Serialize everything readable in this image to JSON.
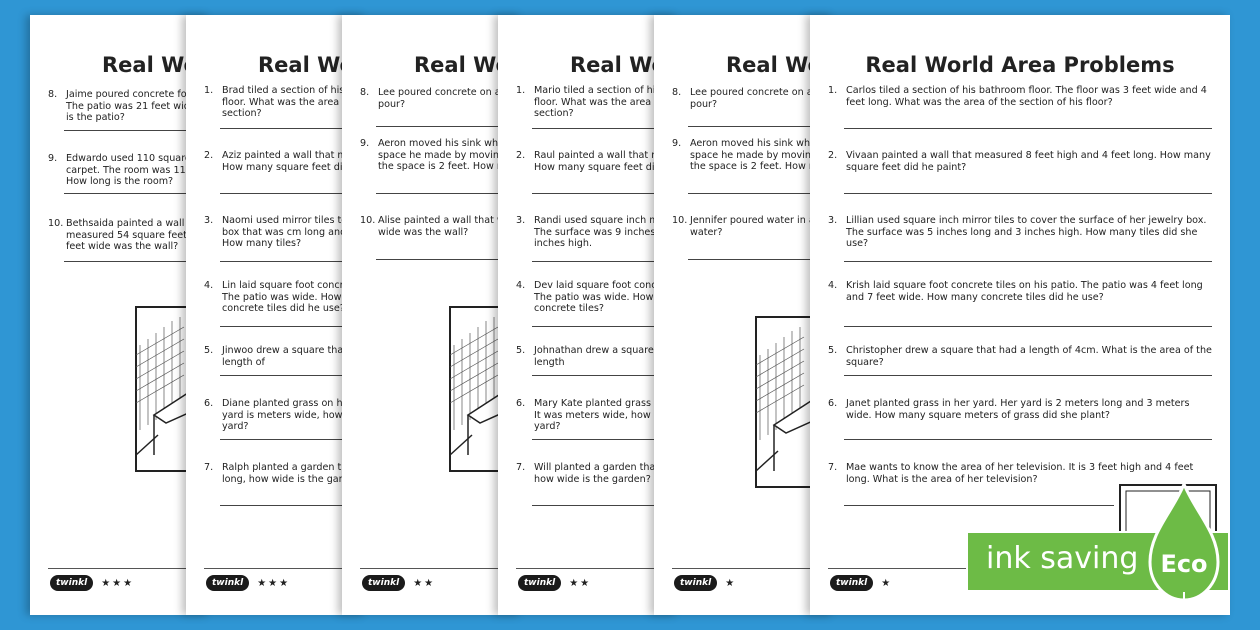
{
  "sheets": [
    {
      "title": "Real World Area Problems",
      "questions": [
        {
          "n": "8.",
          "text": "Jaime poured concrete for his patio. The patio was 21 feet wide, how long is the patio?"
        },
        {
          "n": "9.",
          "text": "Edwardo used 110 square feet of carpet. The room was 11 feet wide. How long is the room?"
        },
        {
          "n": "10.",
          "text": "Bethsaida painted a wall that measured 54 square feet. How many feet wide was the wall?"
        }
      ],
      "stars": "★★★",
      "logo": "twinkl"
    },
    {
      "title": "Real World Area Problems",
      "questions": [
        {
          "n": "1.",
          "text": "Brad tiled a section of his bedroom floor. What was the area of the section?"
        },
        {
          "n": "2.",
          "text": "Aziz painted a wall that measured. How many square feet did he paint?"
        },
        {
          "n": "3.",
          "text": "Naomi used mirror tiles to cover a box that was cm long and 5 cm high. How many tiles?"
        },
        {
          "n": "4.",
          "text": "Lin laid square foot concrete tiles. The patio was wide. How many concrete tiles did he use?"
        },
        {
          "n": "5.",
          "text": "Jinwoo drew a square that had a length of"
        },
        {
          "n": "6.",
          "text": "Diane planted grass on her yard. Her yard is meters wide, how long is the yard?"
        },
        {
          "n": "7.",
          "text": "Ralph planted a garden that is feet long, how wide is the garden?"
        }
      ],
      "stars": "★★★",
      "logo": "twinkl"
    },
    {
      "title": "Real World Area Problems",
      "questions": [
        {
          "n": "8.",
          "text": "Lee poured concrete on a 3ft by pour?"
        },
        {
          "n": "9.",
          "text": "Aeron moved his sink when he made space he made by moving the sink. If the space is 2 feet. How many?"
        },
        {
          "n": "10.",
          "text": "Alise painted a wall that was feet wide was the wall?"
        }
      ],
      "stars": "★★",
      "logo": "twinkl"
    },
    {
      "title": "Real World Area Problems",
      "questions": [
        {
          "n": "1.",
          "text": "Mario tiled a section of his bathroom floor. What was the area of the section?"
        },
        {
          "n": "2.",
          "text": "Raul painted a wall that measured. How many square feet did he paint?"
        },
        {
          "n": "3.",
          "text": "Randi used square inch mirror tiles. The surface was 9 inches long and 7 inches high."
        },
        {
          "n": "4.",
          "text": "Dev laid square foot concrete tiles. The patio was wide. How many concrete tiles?"
        },
        {
          "n": "5.",
          "text": "Johnathan drew a square that had a length"
        },
        {
          "n": "6.",
          "text": "Mary Kate planted grass in her yard. It was meters wide, how long is the yard?"
        },
        {
          "n": "7.",
          "text": "Will planted a garden that is long, how wide is the garden?"
        }
      ],
      "stars": "★★",
      "logo": "twinkl"
    },
    {
      "title": "Real World Area Problems",
      "questions": [
        {
          "n": "8.",
          "text": "Lee poured concrete on a 3ft by pour?"
        },
        {
          "n": "9.",
          "text": "Aeron moved his sink when he made space he made by moving the sink. If the space is 2 feet. How many?"
        },
        {
          "n": "10.",
          "text": "Jennifer poured water in a cover with water?"
        }
      ],
      "stars": "★",
      "logo": "twinkl"
    },
    {
      "title": "Real World Area Problems",
      "questions": [
        {
          "n": "1.",
          "text": "Carlos tiled a section of his bathroom floor. The floor was 3 feet wide and 4 feet long. What was the area of the section of his floor?"
        },
        {
          "n": "2.",
          "text": "Vivaan painted a wall that measured 8 feet high and 4 feet long. How many square feet did he paint?"
        },
        {
          "n": "3.",
          "text": "Lillian used square inch mirror tiles to cover the surface of her jewelry box. The surface was 5 inches long and 3 inches high. How many tiles did she use?"
        },
        {
          "n": "4.",
          "text": "Krish laid square foot concrete tiles on his patio. The patio was 4 feet long and 7 feet wide. How many concrete tiles did he use?"
        },
        {
          "n": "5.",
          "text": "Christopher drew a square that had a length of 4cm. What is the area of the square?"
        },
        {
          "n": "6.",
          "text": "Janet planted grass in her yard. Her yard is 2 meters long and 3 meters wide. How many square meters of grass did she plant?"
        },
        {
          "n": "7.",
          "text": "Mae wants to know the area of her television. It is 3 feet high and 4 feet long. What is the area of her television?"
        }
      ],
      "stars": "★",
      "logo": "twinkl"
    }
  ],
  "badge": {
    "label": "ink saving",
    "eco": "Eco",
    "color": "#6dbb46"
  },
  "colors": {
    "background": "#2f96d4"
  }
}
